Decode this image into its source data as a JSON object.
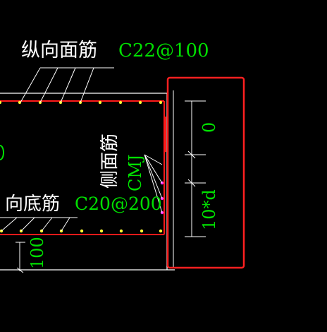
{
  "drawing": {
    "background_color": "#000000",
    "outline_color": "#ffffff",
    "rebar_color": "#ff0000",
    "highlight_color": "#ff2020",
    "bar_point_color": "#ffff00",
    "side_bar_point_color": "#ff00ff",
    "spec_text_color": "#00e000",
    "label_text_color": "#ffffff"
  },
  "labels": {
    "top_longitudinal": {
      "name": "纵向面筋",
      "spec": "C22@100"
    },
    "bottom_longitudinal": {
      "name": "向底筋",
      "spec": "C20@200"
    },
    "side_face": {
      "name": "侧面筋",
      "spec": "CMJ"
    }
  },
  "dimensions": {
    "bottom_cover": "100",
    "upper_segment": "0",
    "lower_segment": "10*d"
  }
}
